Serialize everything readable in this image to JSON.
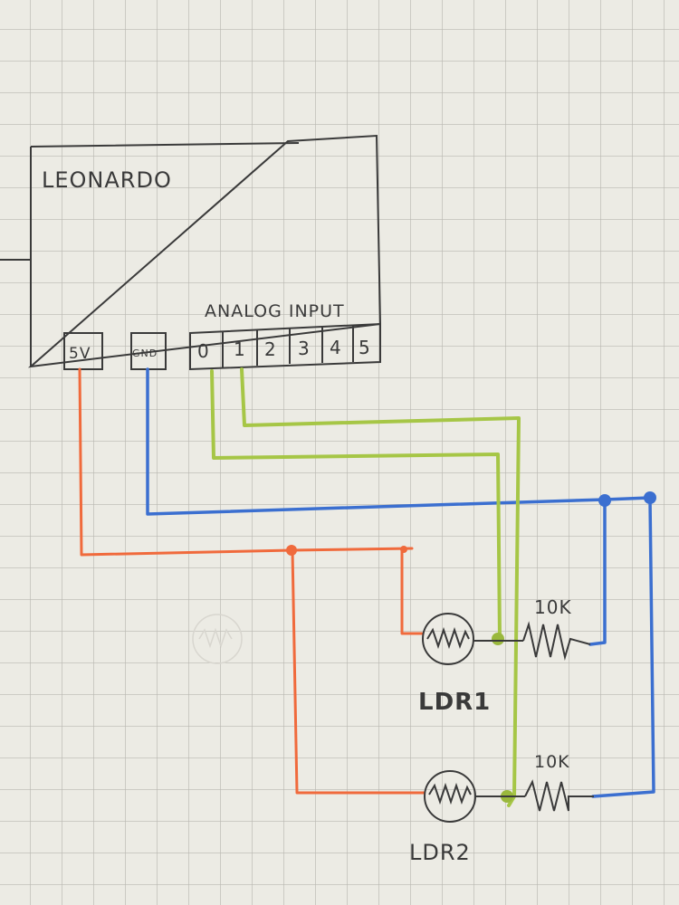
{
  "board": {
    "title": "LEONARDO",
    "analog_header_label": "ANALOG INPUT",
    "power_pins": [
      {
        "id": "5v",
        "label": "5V"
      },
      {
        "id": "gnd",
        "label": "GND"
      }
    ],
    "analog_pins": [
      "0",
      "1",
      "2",
      "3",
      "4",
      "5"
    ]
  },
  "components": [
    {
      "id": "ldr1",
      "type": "LDR",
      "label": "LDR1"
    },
    {
      "id": "ldr2",
      "type": "LDR",
      "label": "LDR2"
    },
    {
      "id": "r1",
      "type": "resistor",
      "label": "10K"
    },
    {
      "id": "r2",
      "type": "resistor",
      "label": "10K"
    }
  ],
  "wires": {
    "power": {
      "color": "#f06a3c",
      "from": "5V",
      "to": [
        "LDR1",
        "LDR2"
      ]
    },
    "ground": {
      "color": "#3b6fd0",
      "from": "GND",
      "to": [
        "10K (R1)",
        "10K (R2)"
      ]
    },
    "signal": {
      "color": "#a6c646",
      "from": [
        "A0",
        "A1"
      ],
      "to": [
        "LDR1/R1 junction",
        "LDR2/R2 junction"
      ]
    }
  },
  "colors": {
    "paper": "#ecebe4",
    "grid": "#b9b8b1",
    "pencil": "#3a3a3a",
    "orange": "#f06a3c",
    "blue": "#3b6fd0",
    "green": "#a6c646"
  }
}
